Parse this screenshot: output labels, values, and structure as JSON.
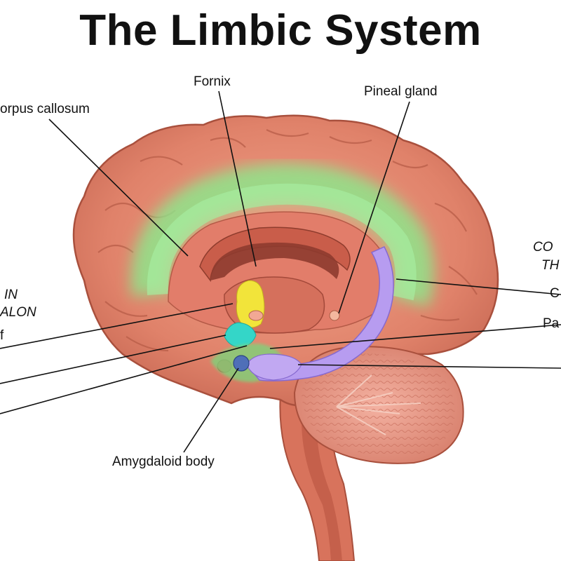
{
  "title": "The Limbic System",
  "labels": {
    "corpus_callosum": "orpus callosum",
    "fornix": "Fornix",
    "pineal_gland": "Pineal gland",
    "amygdaloid_body": "Amygdaloid body",
    "cortical_line1": "CO",
    "cortical_line2": "TH",
    "cingulate_partial": "C",
    "parahippocampal_partial": "Pa",
    "diencephalon_line1": "IN",
    "diencephalon_line2": "ALON",
    "left_partial": "f"
  },
  "colors": {
    "cortex": "#e07f66",
    "cingulate_glow": "#9fe39a",
    "hippocampus": "#b79cf0",
    "thalamus_yellow": "#f2e43a",
    "hypothalamus_cyan": "#34d6c8",
    "amygdala_blue": "#4f6fb8",
    "cerebellum": "#e89a88"
  }
}
